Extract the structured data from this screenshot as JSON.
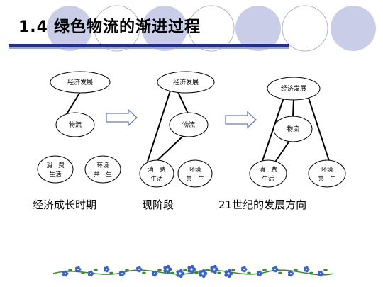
{
  "slide": {
    "section_number": "1.4",
    "title": "绿色物流的渐进过程"
  },
  "nodes": {
    "economy": "经济发展",
    "logistics": "物流",
    "consumption_line1": "消　费",
    "consumption_line2": "生活",
    "environment_line1": "环境",
    "environment_line2": "共　生"
  },
  "captions": {
    "stage1": "经济成长时期",
    "stage2": "现阶段",
    "stage3": "21世纪的发展方向"
  },
  "colors": {
    "title_bar": "#1f2f9a",
    "deco_circle": "#c9cde8",
    "arrow_fill": "#ffffff",
    "arrow_stroke": "#6b7bb4",
    "vine_green": "#3c8b2c",
    "flower_blue": "#3a63c8"
  }
}
